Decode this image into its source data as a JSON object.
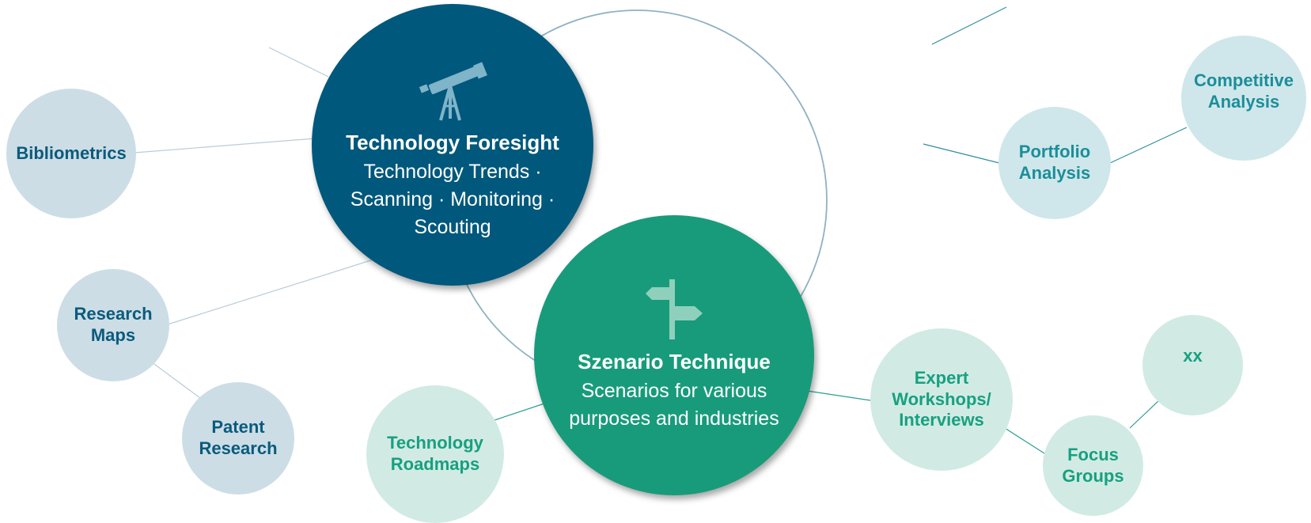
{
  "main_nodes": {
    "foresight": {
      "title": "Technology Foresight",
      "line1": "Technology Trends ·",
      "line2": "Scanning · Monitoring ·",
      "line3": "Scouting",
      "icon": "telescope-icon"
    },
    "scenario": {
      "title": "Szenario Technique",
      "line1": "Scenarios for various",
      "line2": "purposes and industries",
      "icon": "signpost-icon"
    }
  },
  "blue_nodes": {
    "bibliometrics": "Bibliometrics",
    "research_maps": {
      "line1": "Research",
      "line2": "Maps"
    },
    "patent_research": {
      "line1": "Patent",
      "line2": "Research"
    }
  },
  "mint_nodes": {
    "technology_roadmaps": {
      "line1": "Technology",
      "line2": "Roadmaps"
    },
    "expert_workshops": {
      "line1": "Expert",
      "line2": "Workshops/",
      "line3": "Interviews"
    },
    "focus_groups": {
      "line1": "Focus",
      "line2": "Groups"
    },
    "xx": "xx"
  },
  "cyan_nodes": {
    "portfolio_analysis": {
      "line1": "Portfolio",
      "line2": "Analysis"
    },
    "competitive_analysis": {
      "line1": "Competitive",
      "line2": "Analysis"
    }
  },
  "colors": {
    "foresight": "#00587c",
    "scenario": "#189b7b",
    "blue_node": "#ccdde6",
    "mint_node": "#d1ebe4",
    "cyan_node": "#cfe7ea"
  }
}
